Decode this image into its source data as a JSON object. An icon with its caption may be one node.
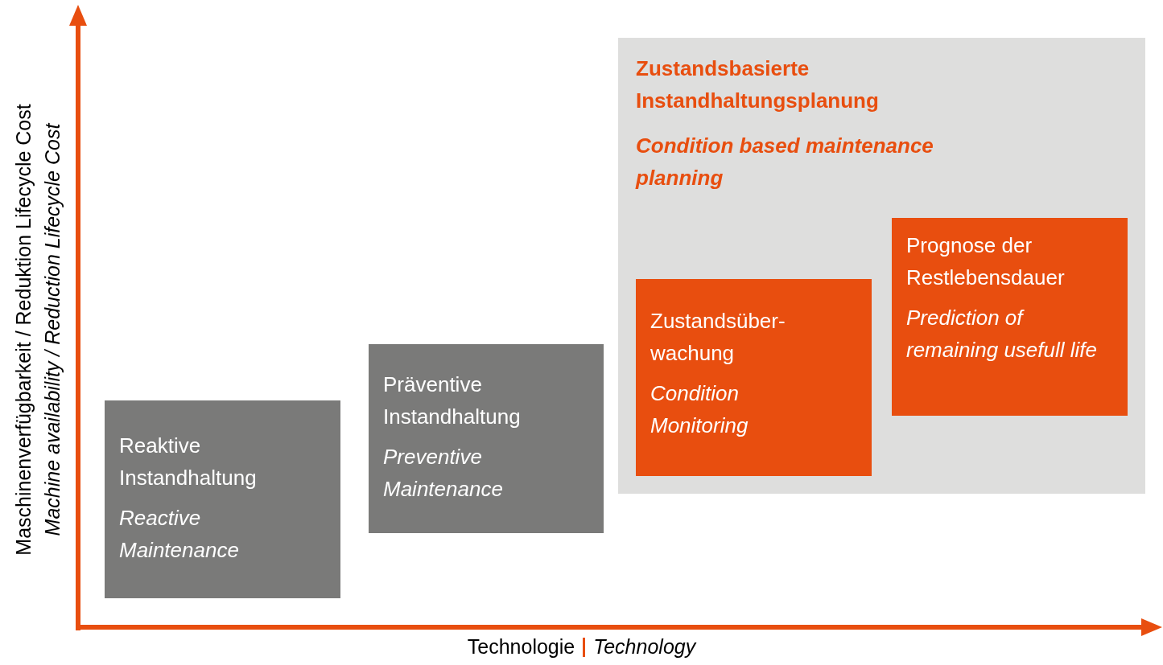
{
  "diagram": {
    "nodes": [
      {
        "text": [
          "Reaktive Instandhaltung",
          "Reactive Maintenance"
        ]
      },
      {
        "text": [
          "Präventive Instandhaltung",
          "Preventive Maintenance"
        ]
      },
      {
        "text": [
          "Zustandsbasierte Instandhaltungsplanung",
          "Condition based maintenance planning"
        ]
      },
      {
        "text": [
          "Zustandsüber-wachung",
          "Condition Monitoring"
        ],
        "in": 2
      },
      {
        "text": [
          "Prognose der Restlebensdauer",
          "Prediction of remaining usefull life"
        ],
        "in": 2
      }
    ],
    "edges": [],
    "labels": [
      "Maschinenverfügbarkeit / Reduktion Lifecycle Cost",
      "Machine availability / Reduction Lifecycle Cost",
      "Technologie",
      "Technology"
    ]
  }
}
